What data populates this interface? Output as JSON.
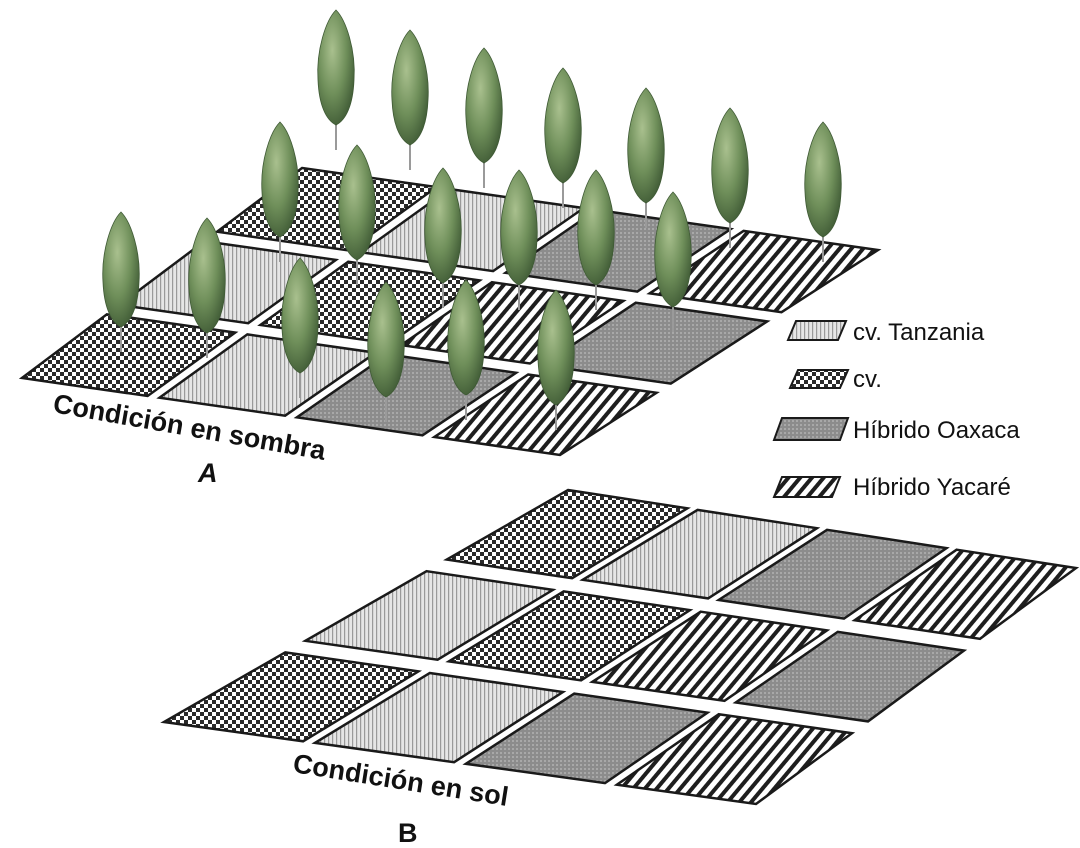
{
  "legend": [
    {
      "key": "tanzania",
      "label": "cv. Tanzania"
    },
    {
      "key": "cv",
      "label": "cv."
    },
    {
      "key": "oaxaca",
      "label": "Híbrido Oaxaca"
    },
    {
      "key": "yacare",
      "label": "Híbrido Yacaré"
    }
  ],
  "shade": {
    "caption": "Condición en sombra",
    "letter": "A",
    "grid": [
      [
        "cv",
        "tanzania",
        "oaxaca",
        "yacare"
      ],
      [
        "tanzania",
        "cv",
        "yacare",
        "oaxaca"
      ],
      [
        "cv",
        "tanzania",
        "oaxaca",
        "yacare"
      ]
    ]
  },
  "sun": {
    "caption": "Condición en sol",
    "letter": "B",
    "grid": [
      [
        "cv",
        "tanzania",
        "oaxaca",
        "yacare"
      ],
      [
        "tanzania",
        "cv",
        "yacare",
        "oaxaca"
      ],
      [
        "cv",
        "tanzania",
        "oaxaca",
        "yacare"
      ]
    ]
  },
  "colors": {
    "outline": "#1a1a1a",
    "tree_foliage": "#6f8f5a",
    "tree_trunk": "#9a9a9a"
  }
}
